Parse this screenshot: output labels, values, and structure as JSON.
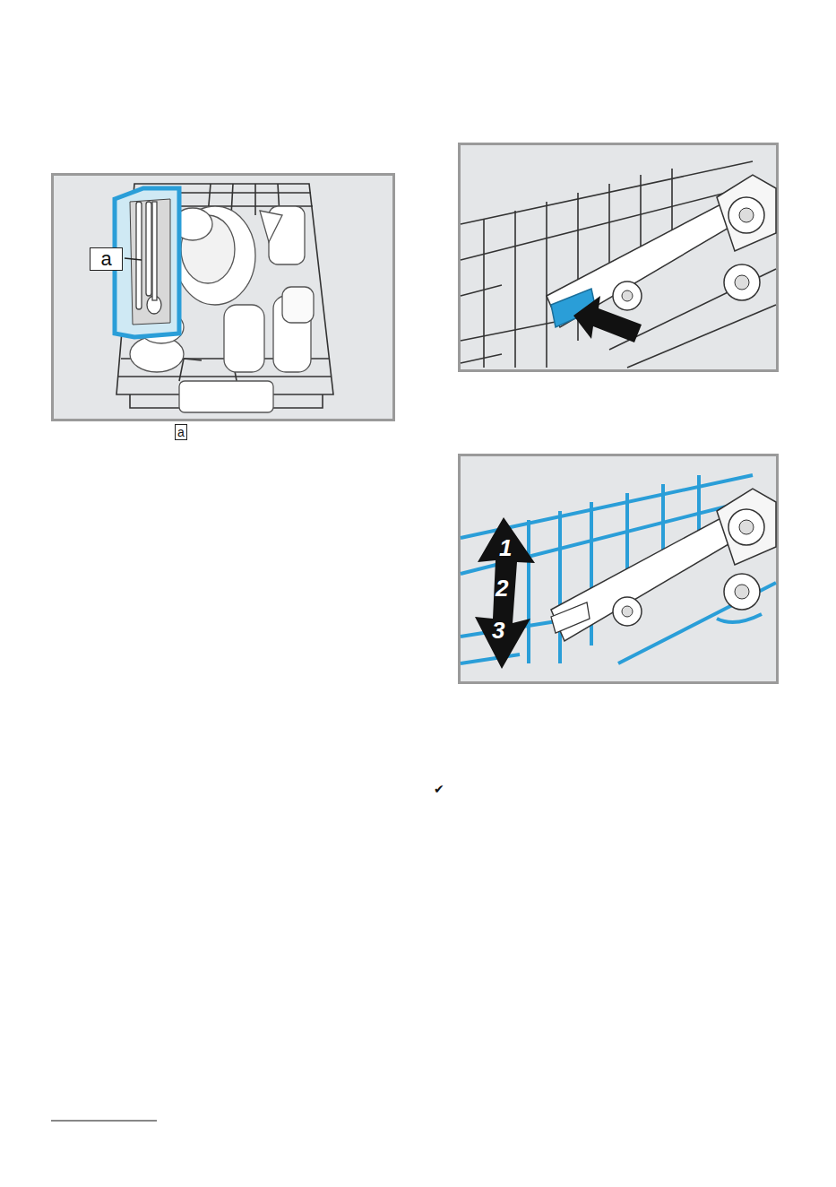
{
  "diagram": {
    "nodes": [
      {
        "text": [
          "a"
        ]
      },
      {
        "text": [
          "a"
        ]
      }
    ],
    "labels": [
      "1",
      "2",
      "3",
      "✔"
    ]
  }
}
